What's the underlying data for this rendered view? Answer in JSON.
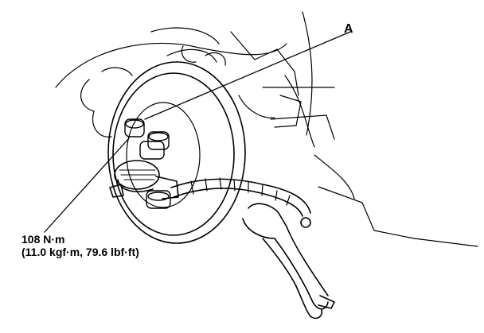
{
  "callouts": {
    "part_label": "A",
    "torque_value": "108 N·m",
    "torque_conversion": "(11.0 kgf·m, 79.6 lbf·ft)"
  },
  "colors": {
    "ink": "#000000",
    "background": "#ffffff"
  }
}
